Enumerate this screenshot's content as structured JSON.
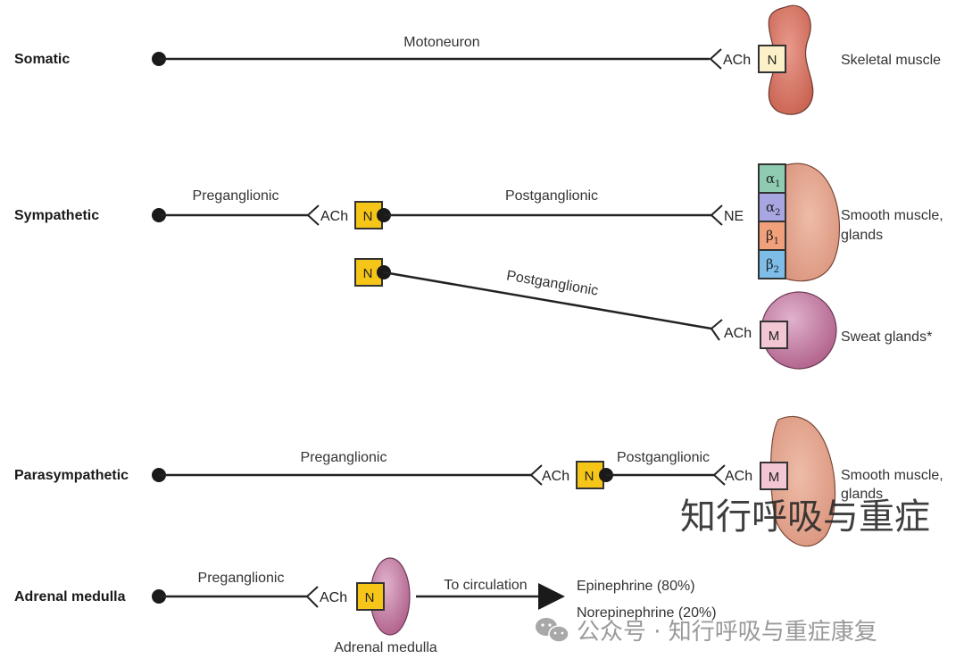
{
  "rows": {
    "somatic": {
      "label": "Somatic",
      "fiber": "Motoneuron",
      "neurotransmitter": "ACh",
      "receptor": "N",
      "target": "Skeletal muscle"
    },
    "sympathetic": {
      "label": "Sympathetic",
      "pre_fiber": "Preganglionic",
      "ganglion_nt": "ACh",
      "ganglion_receptor": "N",
      "post_fiber": "Postganglionic",
      "post_nt": "NE",
      "adrenergic_receptors": [
        {
          "symbol": "α",
          "sub": "1",
          "color": "#8ecbb0"
        },
        {
          "symbol": "α",
          "sub": "2",
          "color": "#a8a6e0"
        },
        {
          "symbol": "β",
          "sub": "1",
          "color": "#f0a07a"
        },
        {
          "symbol": "β",
          "sub": "2",
          "color": "#7dbde8"
        }
      ],
      "target": [
        "Smooth muscle,",
        "glands"
      ],
      "sweat_ganglion_receptor": "N",
      "sweat_post_fiber": "Postganglionic",
      "sweat_nt": "ACh",
      "sweat_receptor": "M",
      "sweat_target": "Sweat glands*"
    },
    "parasympathetic": {
      "label": "Parasympathetic",
      "pre_fiber": "Preganglionic",
      "ganglion_nt": "ACh",
      "ganglion_receptor": "N",
      "post_fiber": "Postganglionic",
      "post_nt": "ACh",
      "receptor": "M",
      "target": [
        "Smooth muscle,",
        "glands"
      ]
    },
    "adrenal": {
      "label": "Adrenal medulla",
      "pre_fiber": "Preganglionic",
      "nt": "ACh",
      "receptor": "N",
      "organ_label": "Adrenal medulla",
      "arrow_label": "To circulation",
      "outputs": [
        "Epinephrine (80%)",
        "Norepinephrine (20%)"
      ]
    }
  },
  "watermark": {
    "big": "知行呼吸与重症",
    "small": "公众号 · 知行呼吸与重症康复"
  },
  "colors": {
    "n_receptor_yellow": "#f5c518",
    "n_receptor_cream": "#fbf0c8",
    "m_receptor_pink": "#f3c6d4",
    "skeletal_muscle": "#d9786a",
    "smooth_muscle": "#e4a48e",
    "gland_purple": "#c27ba0"
  }
}
